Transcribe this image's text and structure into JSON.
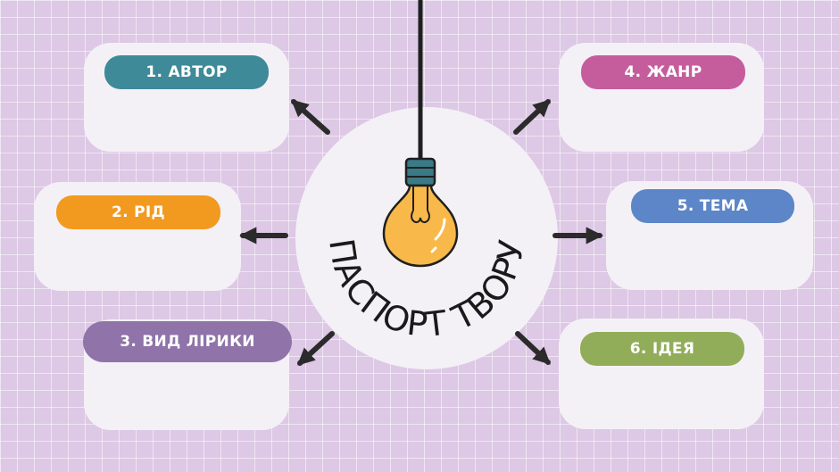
{
  "center": {
    "title": "ПАСПОРТ ТВОРУ"
  },
  "boxes": [
    {
      "label": "1. АВТОР",
      "color": "#3f8a99"
    },
    {
      "label": "2. РІД",
      "color": "#f29a1f"
    },
    {
      "label": "3. ВИД ЛІРИКИ",
      "color": "#8f73a9"
    },
    {
      "label": "4. ЖАНР",
      "color": "#c55d9d"
    },
    {
      "label": "5. ТЕМА",
      "color": "#5d86c8"
    },
    {
      "label": "6. ІДЕЯ",
      "color": "#92ad5a"
    }
  ],
  "colors": {
    "bulb": "#f9b94a",
    "bulb_cap": "#3a7a86",
    "wire": "#1f1f1f",
    "arrow": "#2b2b2b"
  },
  "icons": {
    "bulb": "lightbulb-icon",
    "arrow": "arrow-icon"
  }
}
